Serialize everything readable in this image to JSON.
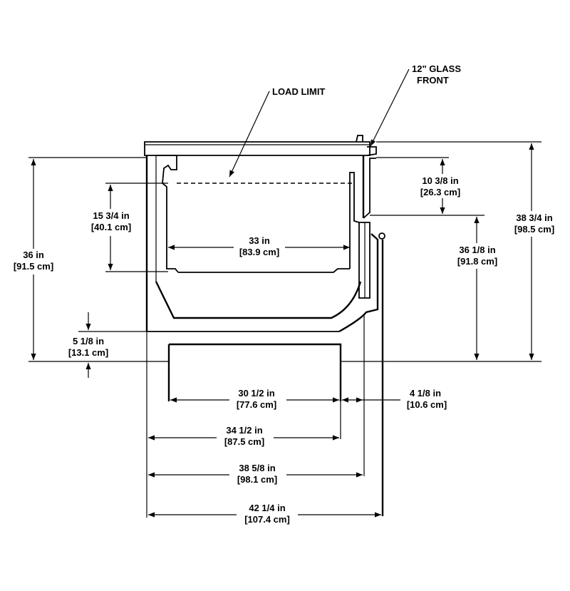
{
  "callouts": {
    "load_limit": "LOAD LIMIT",
    "glass_front_line1": "12\" GLASS",
    "glass_front_line2": "FRONT"
  },
  "dimensions": {
    "width_33": {
      "imperial": "33 in",
      "metric": "[83.9 cm]"
    },
    "depth_15_3_4": {
      "imperial": "15 3/4 in",
      "metric": "[40.1 cm]"
    },
    "height_36": {
      "imperial": "36 in",
      "metric": "[91.5 cm]"
    },
    "base_5_1_8": {
      "imperial": "5 1/8 in",
      "metric": "[13.1 cm]"
    },
    "glass_10_3_8": {
      "imperial": "10 3/8 in",
      "metric": "[26.3 cm]"
    },
    "height_36_1_8": {
      "imperial": "36 1/8 in",
      "metric": "[91.8 cm]"
    },
    "height_38_3_4": {
      "imperial": "38 3/4 in",
      "metric": "[98.5 cm]"
    },
    "width_30_1_2": {
      "imperial": "30 1/2 in",
      "metric": "[77.6 cm]"
    },
    "width_4_1_8": {
      "imperial": "4 1/8 in",
      "metric": "[10.6 cm]"
    },
    "width_34_1_2": {
      "imperial": "34 1/2 in",
      "metric": "[87.5 cm]"
    },
    "width_38_5_8": {
      "imperial": "38 5/8 in",
      "metric": "[98.1 cm]"
    },
    "width_42_1_4": {
      "imperial": "42 1/4 in",
      "metric": "[107.4 cm]"
    }
  }
}
